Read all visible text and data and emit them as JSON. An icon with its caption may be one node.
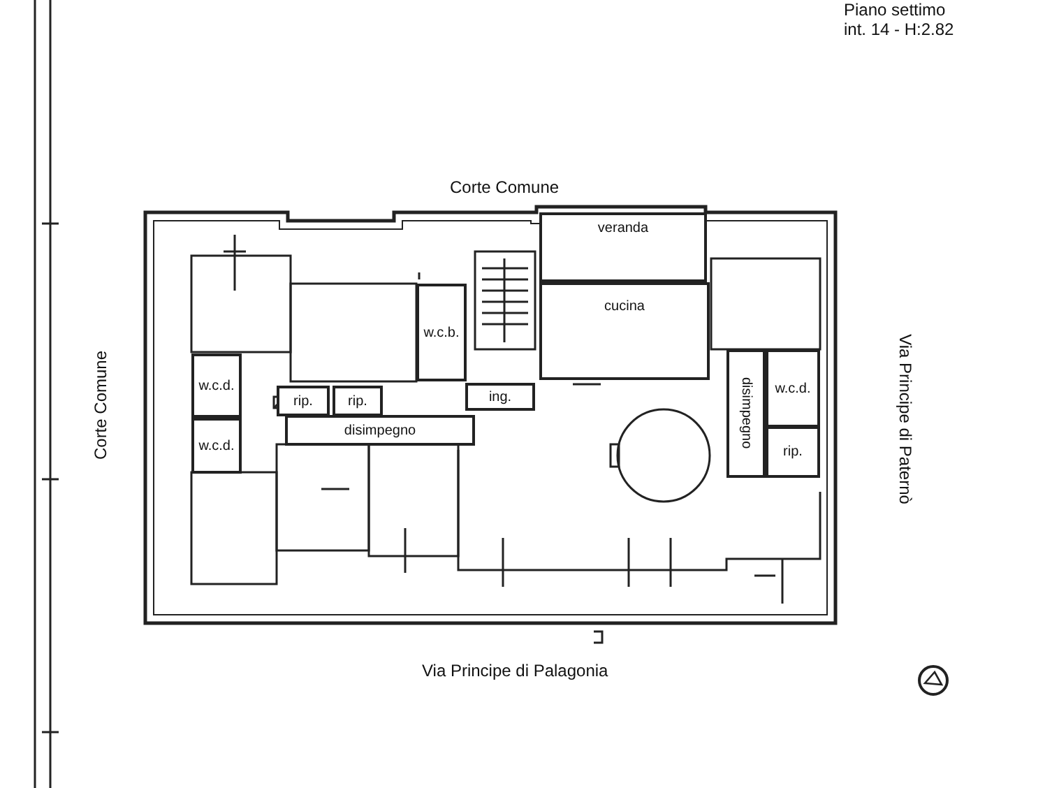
{
  "diagram": {
    "nodes": [
      {
        "text": [
          "veranda"
        ]
      },
      {
        "text": [
          "w.c.b."
        ]
      },
      {
        "text": [
          "cucina"
        ]
      },
      {
        "text": [
          "w.c.d."
        ]
      },
      {
        "text": [
          "rip."
        ]
      },
      {
        "text": [
          "rip."
        ]
      },
      {
        "text": [
          "ing."
        ]
      },
      {
        "text": [
          "disimpegno"
        ]
      },
      {
        "text": [
          "w.c.d."
        ]
      },
      {
        "text": [
          "disimpegno"
        ]
      },
      {
        "text": [
          "w.c.d."
        ]
      },
      {
        "text": [
          "rip."
        ]
      }
    ],
    "labels": [
      "Piano settimo",
      "int. 14 - H:2.82",
      "Corte Comune",
      "Corte Comune",
      "Via Principe di Paternò",
      "Via Principe di Palagonia"
    ]
  }
}
